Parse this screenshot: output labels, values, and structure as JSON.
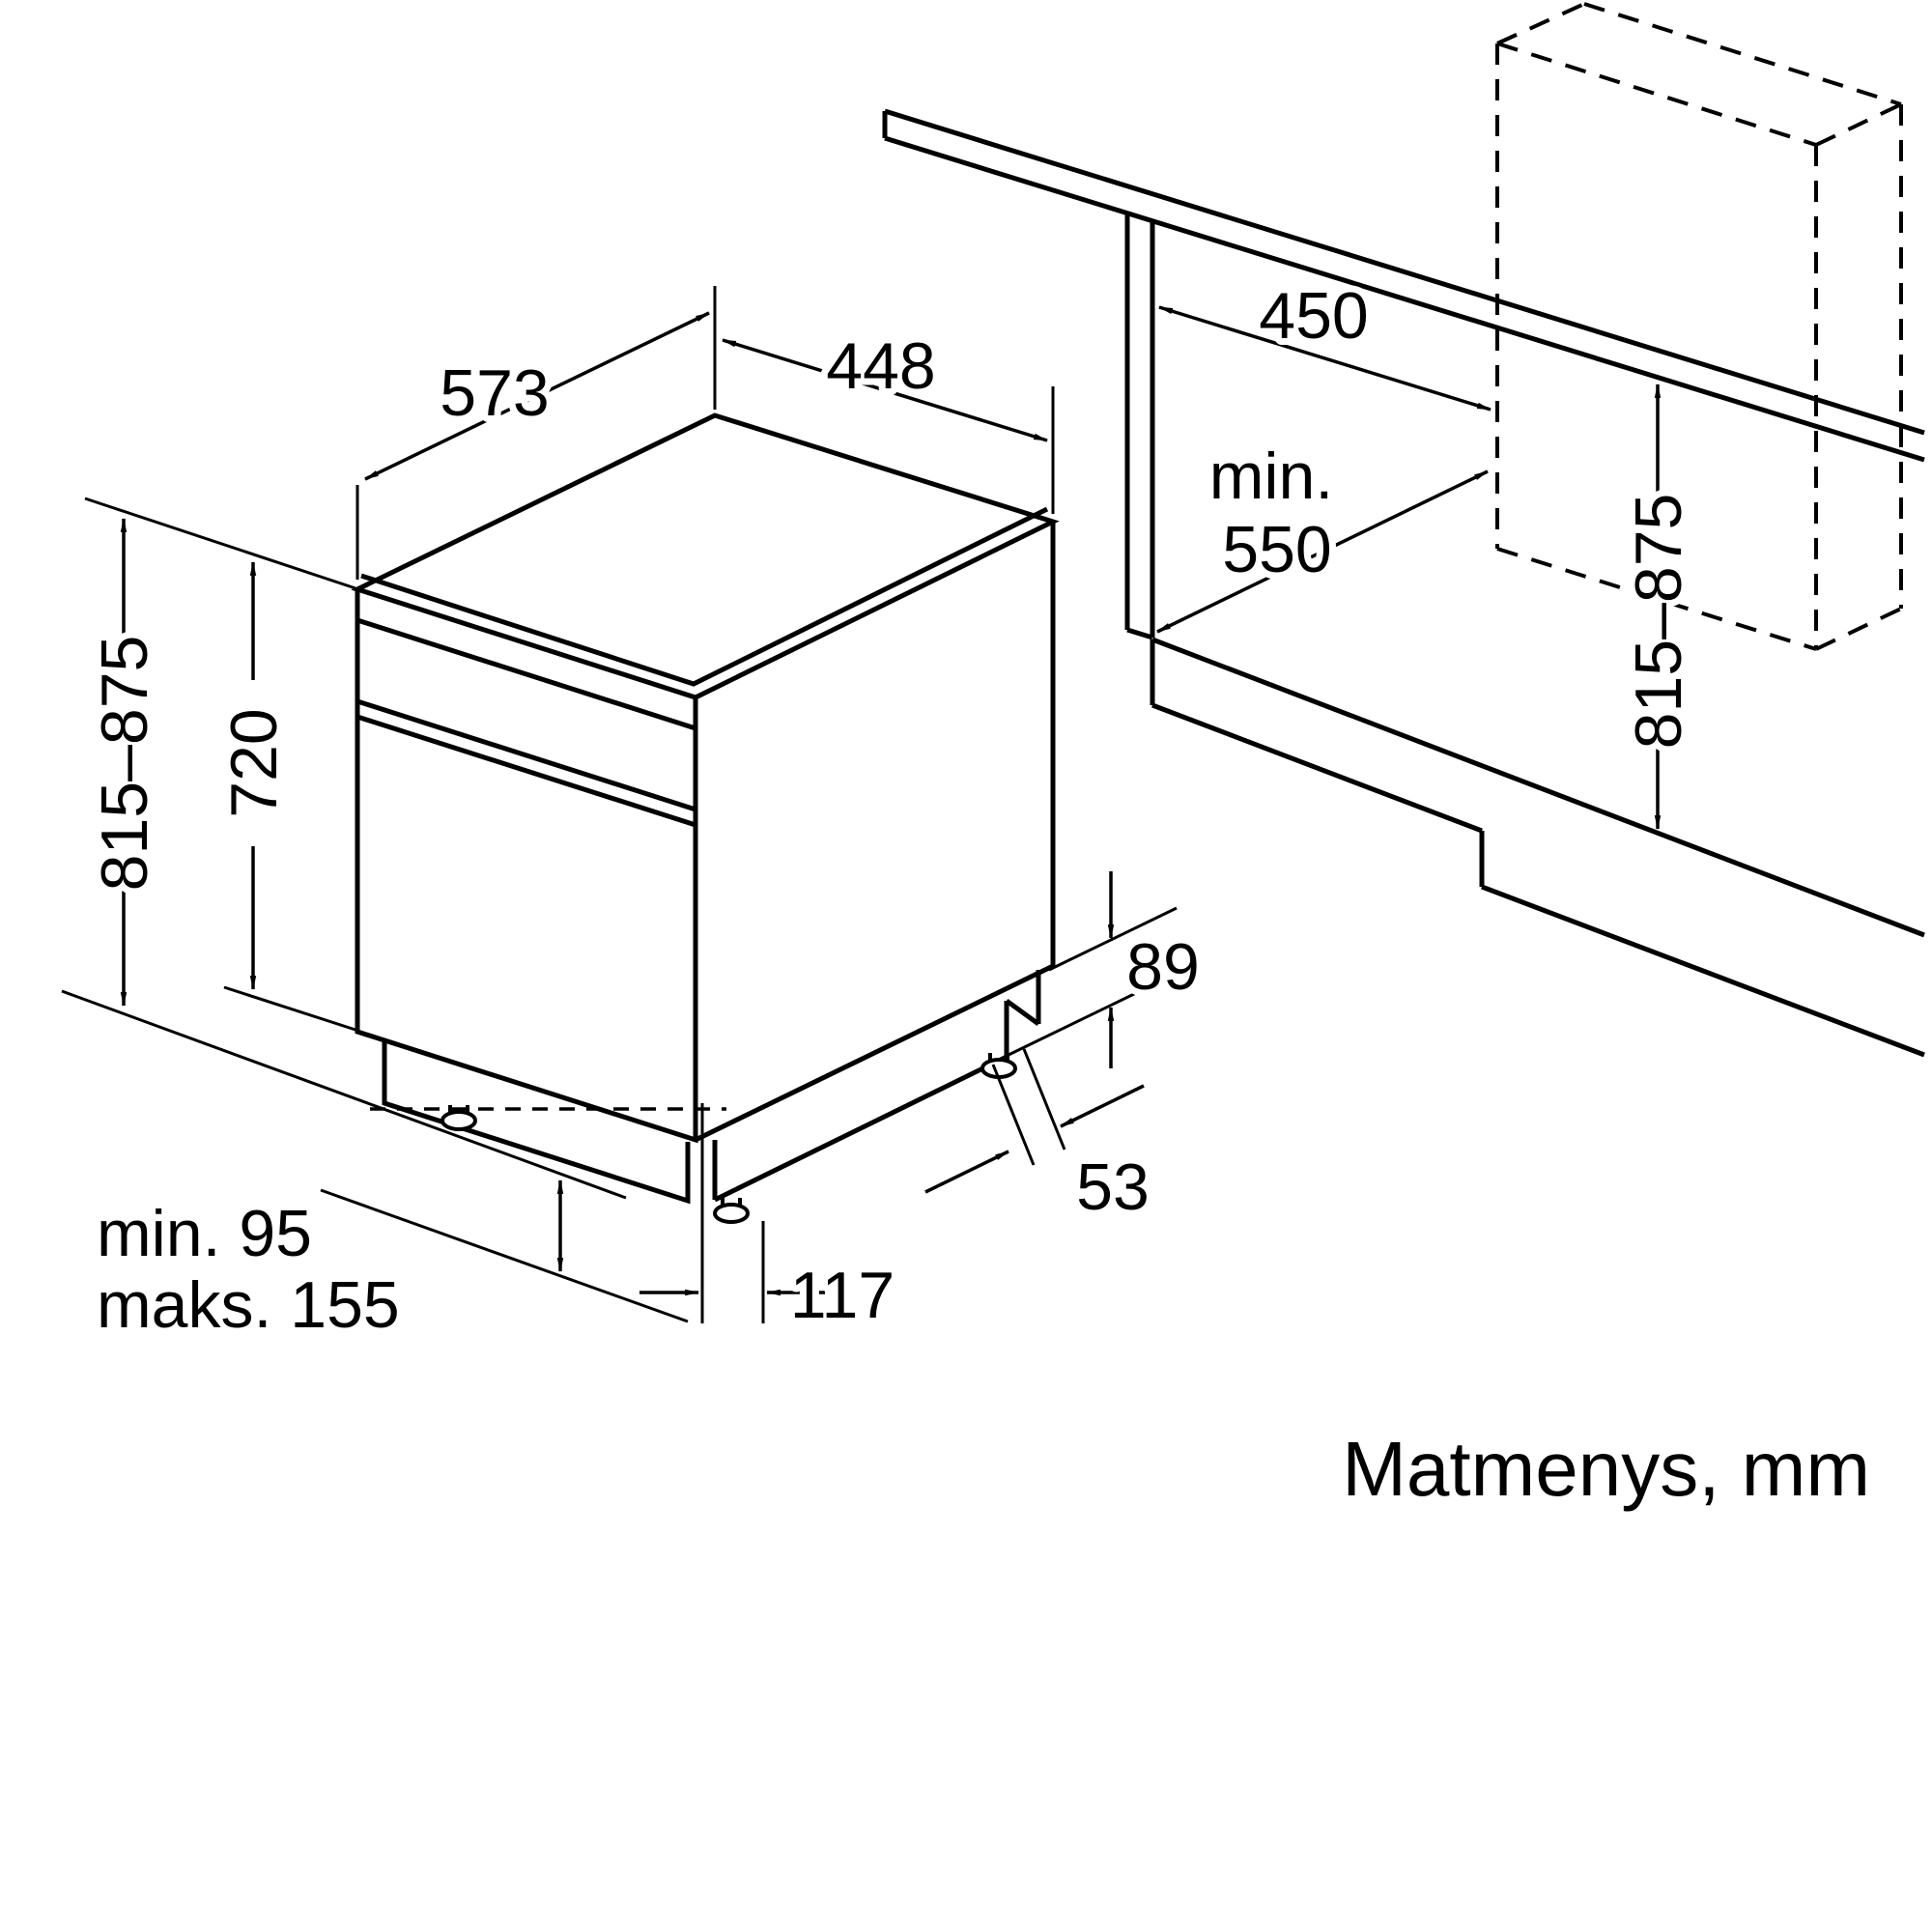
{
  "colors": {
    "ink": "#000000",
    "background": "#ffffff"
  },
  "caption": "Matmenys, mm",
  "labels": {
    "top_depth": "573",
    "top_width": "448",
    "niche_width": "450",
    "niche_depth_prefix": "min.",
    "niche_depth_value": "550",
    "niche_height": "815–875",
    "overall_height": "815–875",
    "body_height": "720",
    "plinth_step": "89",
    "side_offset": "53",
    "foot_offset": "117",
    "adjust_min": "min. 95",
    "adjust_max": "maks. 155"
  }
}
